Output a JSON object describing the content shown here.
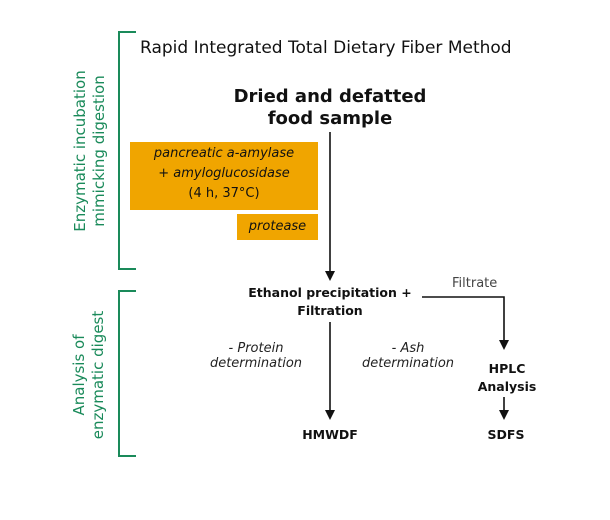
{
  "title": "Rapid Integrated Total Dietary Fiber Method",
  "sample": {
    "line1": "Dried and defatted",
    "line2": "food sample"
  },
  "enzyme_box": {
    "line1": "pancreatic a-amylase",
    "line2_prefix": "+ ",
    "line2": "amyloglucosidase",
    "line3": "(4 h, 37°C)"
  },
  "protease_box": {
    "label": "protease"
  },
  "side_labels": {
    "incubation_line1": "Enzymatic incubation",
    "incubation_line2": "mimicking digestion",
    "analysis_line1": "Analysis of",
    "analysis_line2": "enzymatic digest"
  },
  "ethanol": {
    "line1": "Ethanol precipitation +",
    "line2": "Filtration"
  },
  "filtrate": "Filtrate",
  "protein_note": {
    "line1": "- Protein",
    "line2": "determination"
  },
  "ash_note": {
    "line1": "- Ash",
    "line2": "determination"
  },
  "hplc": {
    "line1": "HPLC",
    "line2": "Analysis"
  },
  "hmwdf": "HMWDF",
  "sdfs": "SDFS",
  "colors": {
    "accent_green": "#1a8a5a",
    "box_orange": "#f0a500"
  }
}
